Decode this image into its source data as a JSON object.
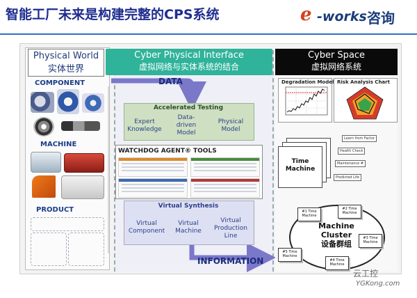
{
  "slide": {
    "title": "智能工厂未来是构建完整的CPS系统",
    "logo": {
      "e": "e",
      "works": "-works",
      "cn": "咨询"
    }
  },
  "physical_world": {
    "title_en": "Physical World",
    "title_cn": "实体世界",
    "sections": [
      "COMPONENT",
      "MACHINE",
      "PRODUCT"
    ]
  },
  "interface": {
    "title_en": "Cyber Physical Interface",
    "title_cn": "虚拟网络与实体系统的结合",
    "data_label": "DATA",
    "info_label": "INFORMATION",
    "accelerated_testing": {
      "title": "Accelerated Testing",
      "items": [
        {
          "l1": "Expert",
          "l2": "Knowledge",
          "l3": ""
        },
        {
          "l1": "Data-",
          "l2": "driven",
          "l3": "Model"
        },
        {
          "l1": "Physical",
          "l2": "Model",
          "l3": ""
        }
      ]
    },
    "watchdog": {
      "title": "WATCHDOG AGENT® TOOLS"
    },
    "virtual_synthesis": {
      "title": "Virtual Synthesis",
      "items": [
        {
          "l1": "Virtual",
          "l2": "Component",
          "l3": ""
        },
        {
          "l1": "Virtual",
          "l2": "Machine",
          "l3": ""
        },
        {
          "l1": "Virtual",
          "l2": "Production",
          "l3": "Line"
        }
      ]
    }
  },
  "cyber_space": {
    "title_en": "Cyber Space",
    "title_cn": "虚拟网络系统",
    "degradation_title": "Degradation Model",
    "risk_title": "Risk Analysis Chart",
    "time_machine": {
      "l1": "Time",
      "l2": "Machine"
    },
    "tm_tags": [
      "Learn from Factor",
      "Health Check",
      "Maintenance #",
      "Predicted Life"
    ],
    "cluster": {
      "l1": "Machine",
      "l2": "Cluster",
      "l3": "设备群组"
    },
    "nodes": [
      {
        "l1": "#1 Time",
        "l2": "Machine"
      },
      {
        "l1": "#2 Time",
        "l2": "Machine"
      },
      {
        "l1": "#3 Time",
        "l2": "Machine"
      },
      {
        "l1": "#4 Time",
        "l2": "Machine"
      },
      {
        "l1": "#5 Time",
        "l2": "Machine"
      }
    ]
  },
  "watermark": {
    "line1": "云工控",
    "line2": "YGKong.com"
  },
  "colors": {
    "title": "#1f2d8f",
    "interface_header": "#2fb39a",
    "cyber_header": "#0a0a0a",
    "arrow": "#7b77c9",
    "accelerated_bg": "#cfe0c2",
    "virtual_bg": "#dde0f2"
  }
}
